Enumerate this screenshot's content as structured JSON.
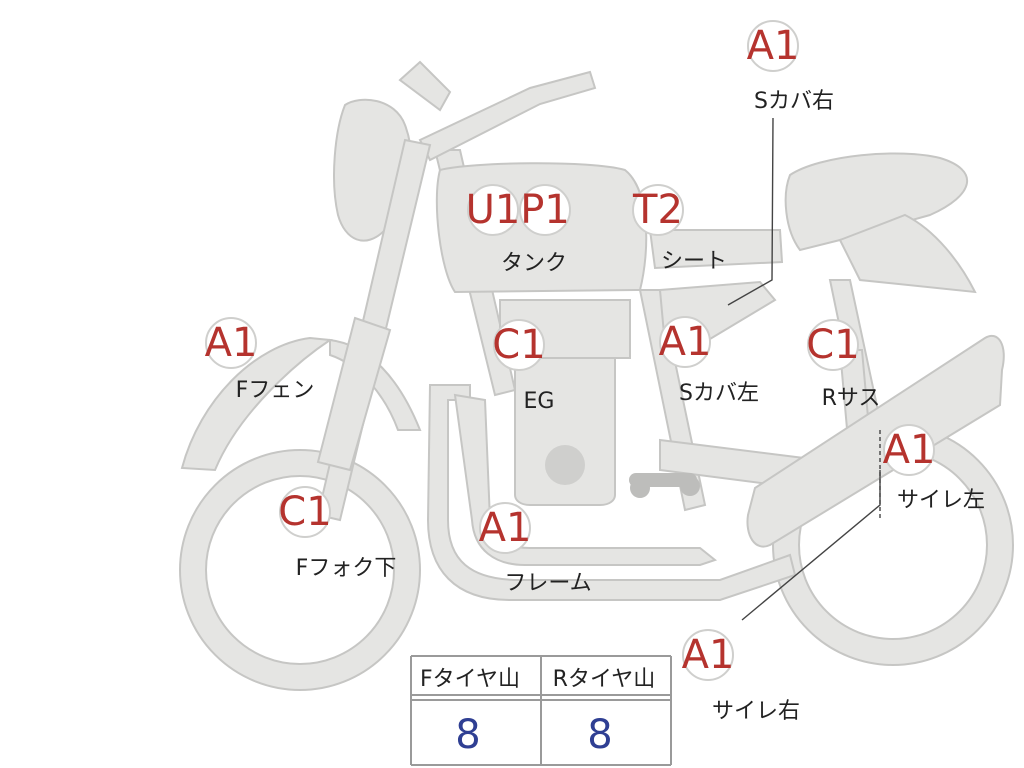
{
  "colors": {
    "grade_text": "#b5332e",
    "value_text": "#2f3f93",
    "bike_fill": "#e5e5e3"
  },
  "labels": {
    "s_cover_right": {
      "grade": "A1",
      "part": "Sカバ右"
    },
    "tank_u": {
      "grade": "U1"
    },
    "tank_p": {
      "grade": "P1",
      "part": "タンク"
    },
    "seat": {
      "grade": "T2",
      "part": "シート"
    },
    "f_fender": {
      "grade": "A1",
      "part": "Fフェン"
    },
    "engine": {
      "grade": "C1",
      "part": "EG"
    },
    "s_cover_left": {
      "grade": "A1",
      "part": "Sカバ左"
    },
    "r_suspension": {
      "grade": "C1",
      "part": "Rサス"
    },
    "muffler_left": {
      "grade": "A1",
      "part": "サイレ左"
    },
    "f_fork_lower": {
      "grade": "C1",
      "part": "Fフォク下"
    },
    "frame": {
      "grade": "A1",
      "part": "フレーム"
    },
    "muffler_right": {
      "grade": "A1",
      "part": "サイレ右"
    }
  },
  "tire_table": {
    "headers": [
      "Fタイヤ山",
      "Rタイヤ山"
    ],
    "values": [
      "8",
      "8"
    ]
  }
}
